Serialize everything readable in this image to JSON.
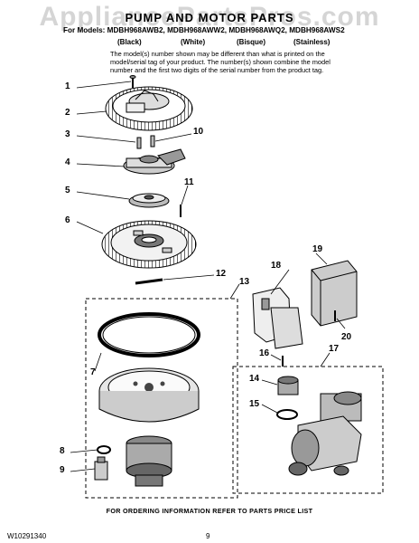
{
  "watermark": "AppliancePartsPros.com",
  "title": "PUMP AND MOTOR PARTS",
  "models_line": "For Models: MDBH968AWB2, MDBH968AWW2, MDBH968AWQ2, MDBH968AWS2",
  "colors": [
    "(Black)",
    "(White)",
    "(Bisque)",
    "(Stainless)"
  ],
  "note_lines": [
    "The model(s) number shown may be different than what is printed on the",
    "model/serial tag of your product. The number(s) shown combine the model",
    "number and the first two digits of the serial number from the product tag."
  ],
  "callouts": [
    "1",
    "2",
    "3",
    "4",
    "5",
    "6",
    "7",
    "8",
    "9",
    "10",
    "11",
    "12",
    "13",
    "14",
    "15",
    "16",
    "17",
    "18",
    "19",
    "20"
  ],
  "footer": "FOR ORDERING INFORMATION REFER TO PARTS PRICE LIST",
  "doc_number": "W10291340",
  "page_number": "9"
}
